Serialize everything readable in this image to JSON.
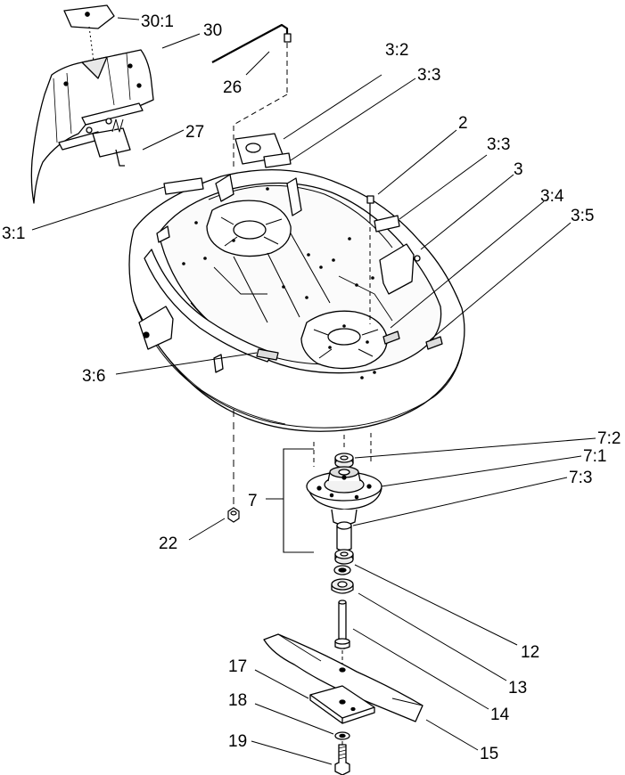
{
  "callouts": {
    "c30_1": "30:1",
    "c30": "30",
    "c26": "26",
    "c27": "27",
    "c3_1": "3:1",
    "c3_2": "3:2",
    "c3_3a": "3:3",
    "c2": "2",
    "c3_3b": "3:3",
    "c3": "3",
    "c3_4": "3:4",
    "c3_5": "3:5",
    "c3_6": "3:6",
    "c7_2": "7:2",
    "c7_1": "7:1",
    "c7_3": "7:3",
    "c7": "7",
    "c22": "22",
    "c12": "12",
    "c13": "13",
    "c14": "14",
    "c15": "15",
    "c17": "17",
    "c18": "18",
    "c19": "19"
  }
}
